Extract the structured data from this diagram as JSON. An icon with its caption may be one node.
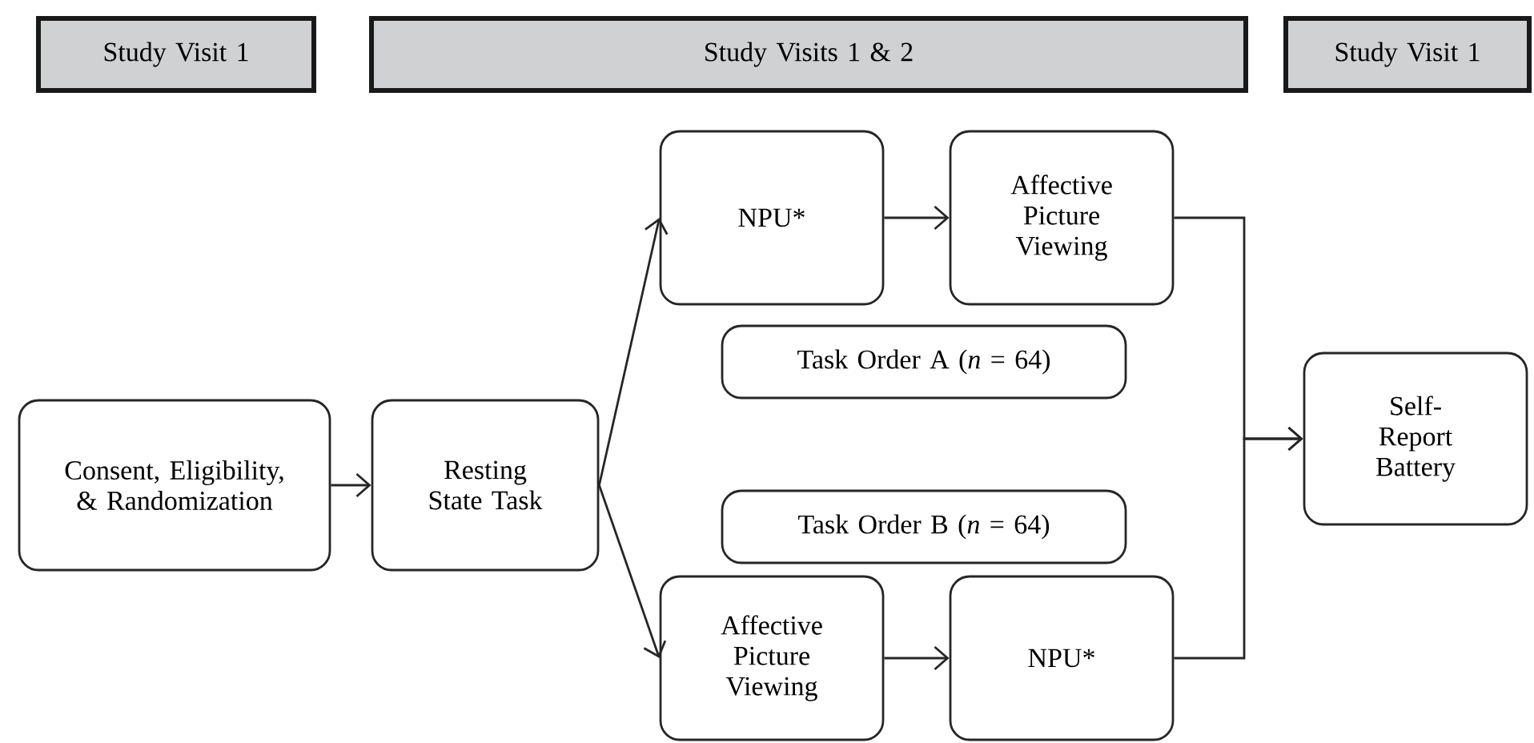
{
  "diagram": {
    "nodes": [
      {
        "text": [
          "Study Visit 1"
        ]
      },
      {
        "text": [
          "Study Visits 1 & 2"
        ]
      },
      {
        "text": [
          "Study Visit 1"
        ]
      },
      {
        "text": [
          "Consent, Eligibility, & Randomization"
        ]
      },
      {
        "text": [
          "Resting State Task"
        ]
      },
      {
        "text": [
          "NPU*"
        ]
      },
      {
        "text": [
          "Affective Picture Viewing"
        ]
      },
      {
        "text": [
          "Task Order A (*n* = 64)"
        ]
      },
      {
        "text": [
          "Task Order B (*n* = 64)"
        ]
      },
      {
        "text": [
          "Affective Picture Viewing"
        ]
      },
      {
        "text": [
          "NPU*"
        ]
      },
      {
        "text": [
          "Self- Report Battery"
        ]
      }
    ],
    "edges": [
      {
        "from": 3,
        "to": 4,
        "arrow": "to"
      },
      {
        "from": 4,
        "to": 5,
        "arrow": "to"
      },
      {
        "from": 4,
        "to": 9,
        "arrow": "to"
      },
      {
        "from": 5,
        "to": 6,
        "arrow": "to"
      },
      {
        "from": 9,
        "to": 10,
        "arrow": "to"
      },
      {
        "from": 6,
        "to": 11,
        "arrow": "to"
      },
      {
        "from": 10,
        "to": 11,
        "arrow": "to"
      }
    ]
  }
}
